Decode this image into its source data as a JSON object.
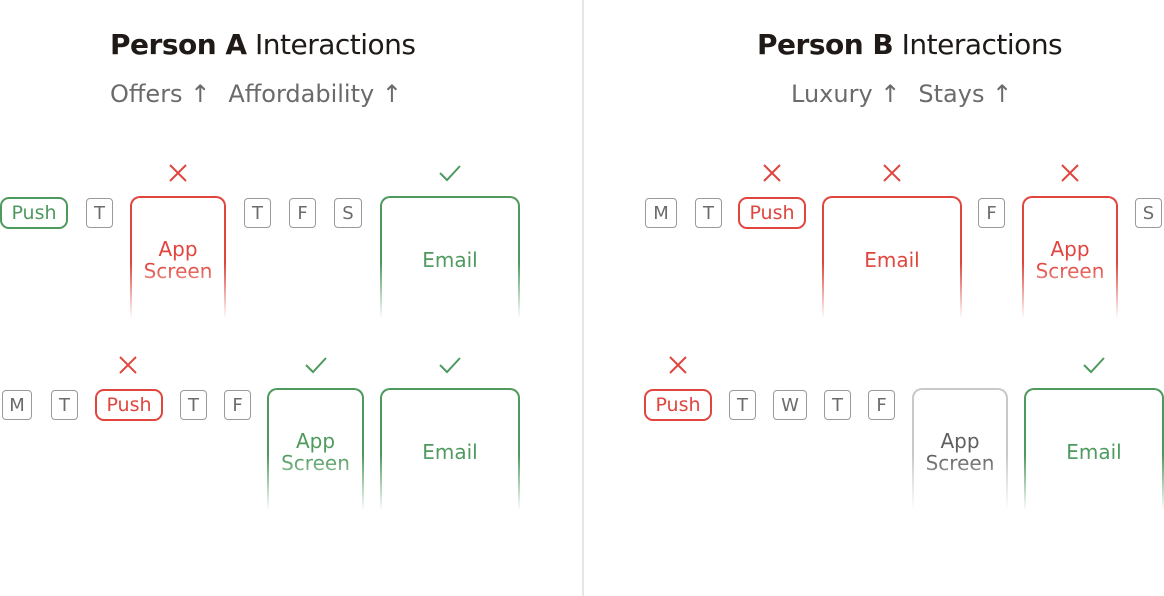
{
  "colors": {
    "success": "#4e9a5e",
    "failure": "#e0453e",
    "neutral": "#5f5f5f",
    "day_border": "#9a9a9a"
  },
  "personA": {
    "title_bold": "Person A",
    "title_rest": " Interactions",
    "subtitle": [
      "Offers ↑",
      "Affordability ↑"
    ],
    "row1": {
      "days": [
        "T",
        "T",
        "F",
        "S"
      ],
      "push": "Push",
      "app_screen": [
        "App",
        "Screen"
      ],
      "email": "Email"
    },
    "row2": {
      "days": [
        "M",
        "T",
        "T",
        "F"
      ],
      "push": "Push",
      "app_screen": [
        "App",
        "Screen"
      ],
      "email": "Email"
    }
  },
  "personB": {
    "title_bold": "Person B",
    "title_rest": " Interactions",
    "subtitle": [
      "Luxury ↑",
      "Stays ↑"
    ],
    "row1": {
      "days": [
        "M",
        "T",
        "F",
        "S"
      ],
      "push": "Push",
      "email": "Email",
      "app_screen": [
        "App",
        "Screen"
      ]
    },
    "row2": {
      "days": [
        "T",
        "W",
        "T",
        "F"
      ],
      "push": "Push",
      "app_screen": [
        "App",
        "Screen"
      ],
      "email": "Email"
    }
  }
}
